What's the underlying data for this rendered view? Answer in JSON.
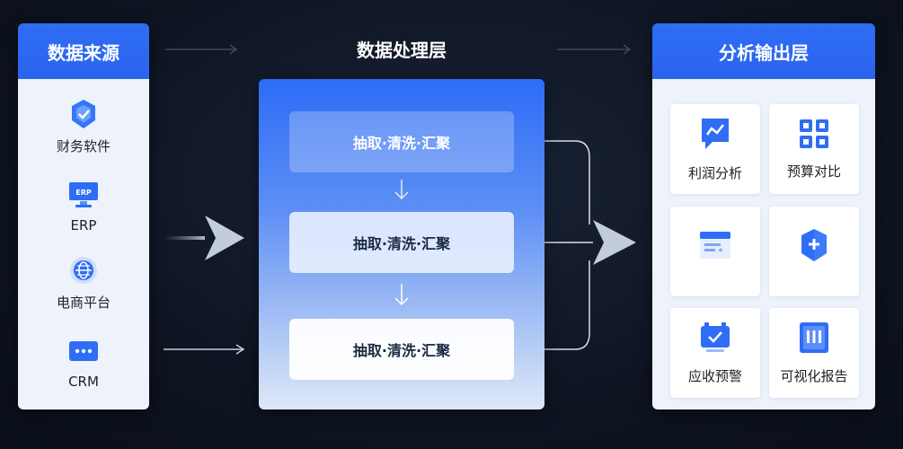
{
  "left_panel": {
    "title": "数据来源",
    "items": [
      {
        "label": "财务软件",
        "icon": "shield-check-icon"
      },
      {
        "label": "ERP",
        "icon_text": "ERP",
        "icon": "erp-monitor-icon"
      },
      {
        "label": "电商平台",
        "icon": "globe-icon"
      },
      {
        "label": "CRM",
        "icon": "chat-dots-icon"
      }
    ]
  },
  "middle": {
    "title": "数据处理层",
    "steps": [
      "抽取·清洗·汇聚",
      "抽取·清洗·汇聚",
      "抽取·清洗·汇聚"
    ]
  },
  "right_panel": {
    "title": "分析输出层",
    "cards": [
      {
        "label": "利润分析",
        "icon": "trend-chat-icon"
      },
      {
        "label": "预算对比",
        "icon": "grid-icon"
      },
      {
        "label": "",
        "icon": "document-icon"
      },
      {
        "label": "",
        "icon": "shield-plus-icon"
      },
      {
        "label": "应收预警",
        "icon": "alert-check-icon"
      },
      {
        "label": "可视化报告",
        "icon": "report-bars-icon"
      }
    ]
  },
  "colors": {
    "accent": "#2f6df5",
    "background": "#0e1421",
    "panel_body": "#eef3fb"
  }
}
